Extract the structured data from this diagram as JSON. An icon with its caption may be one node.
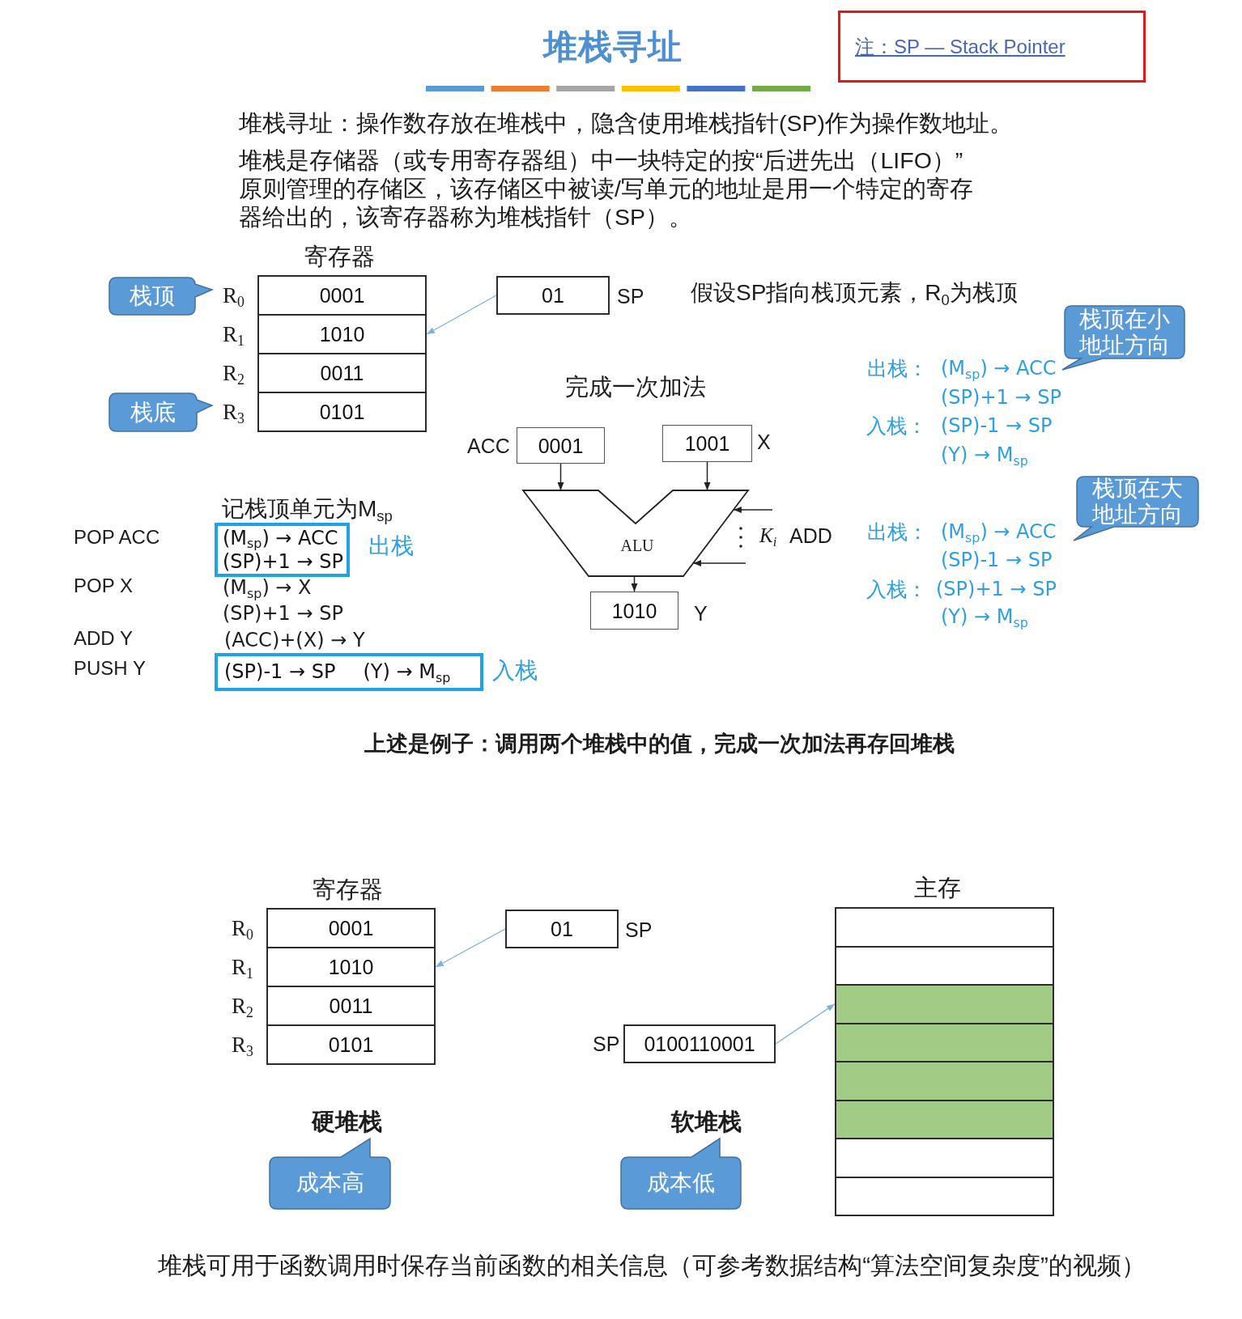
{
  "diagram": {
    "title": "堆栈寻址",
    "caption": "堆栈可用于函数调用时保存当前函数的相关信息（可参考数据结构“算法空间复杂度”的视频）",
    "nodes": [
      {
        "text": [
          "注：SP — Stack Pointer"
        ]
      },
      {
        "text": [
          "栈顶"
        ]
      },
      {
        "text": [
          "0001"
        ],
        "beside": [
          "R$_{0}$"
        ]
      },
      {
        "text": [
          "1010"
        ],
        "beside": [
          "R$_{1}$"
        ]
      },
      {
        "text": [
          "0011"
        ],
        "beside": [
          "R$_{2}$"
        ]
      },
      {
        "text": [
          "0101"
        ],
        "beside": [
          "R$_{3}$"
        ]
      },
      {
        "text": [
          "栈底"
        ]
      },
      {
        "text": [
          "01"
        ],
        "beside": [
          "SP"
        ]
      },
      {
        "text": [
          "栈顶在小地址方向"
        ]
      },
      {
        "text": [
          "0001"
        ],
        "beside": [
          "ACC"
        ]
      },
      {
        "text": [
          "1001"
        ],
        "beside": [
          "X"
        ]
      },
      {
        "text": [
          "ALU"
        ]
      },
      {
        "text": [
          "1010"
        ],
        "beside": [
          "Y"
        ]
      },
      {
        "text": [
          "栈顶在大地址方向"
        ]
      },
      {
        "text": [
          "(M$_{sp}$) → ACC",
          "(SP)+1 → SP"
        ],
        "beside": [
          "出栈"
        ]
      },
      {
        "text": [
          "(SP)-1 → SP",
          "(Y) → M$_{sp}$"
        ],
        "beside": [
          "入栈"
        ]
      },
      {
        "text": [
          "0001"
        ],
        "beside": [
          "R$_{0}$"
        ]
      },
      {
        "text": [
          "1010"
        ],
        "beside": [
          "R$_{1}$"
        ]
      },
      {
        "text": [
          "0011"
        ],
        "beside": [
          "R$_{2}$"
        ]
      },
      {
        "text": [
          "0101"
        ],
        "beside": [
          "R$_{3}$"
        ]
      },
      {
        "text": [
          "01"
        ],
        "beside": [
          "SP"
        ]
      },
      {
        "text": [],
        "shape": "box"
      },
      {
        "text": [],
        "shape": "box"
      },
      {
        "text": [],
        "shape": "box"
      },
      {
        "text": [],
        "shape": "box"
      },
      {
        "text": [],
        "shape": "box"
      },
      {
        "text": [],
        "shape": "box"
      },
      {
        "text": [],
        "shape": "box"
      },
      {
        "text": [],
        "shape": "box"
      },
      {
        "text": [
          "0100110001"
        ],
        "beside": [
          "SP"
        ]
      },
      {
        "text": [
          "成本高"
        ]
      },
      {
        "text": [
          "成本低"
        ]
      }
    ],
    "edges": [
      {
        "from": 7,
        "to": 3,
        "arrow": "to",
        "color": "#7fb2de"
      },
      {
        "from": 9,
        "to": 11,
        "arrow": "to"
      },
      {
        "from": 10,
        "to": 11,
        "arrow": "to"
      },
      {
        "from": 11,
        "to": 12,
        "arrow": "to"
      },
      {
        "from": null,
        "to": 11,
        "arrow": "to"
      },
      {
        "from": null,
        "to": 11,
        "arrow": "to"
      },
      {
        "from": 20,
        "to": 17,
        "arrow": "to",
        "color": "#7fb2de"
      },
      {
        "from": 29,
        "to": 23,
        "arrow": "to",
        "color": "#7fb2de"
      }
    ],
    "labels": [
      "堆栈寻址：操作数存放在堆栈中，隐含使用堆栈指针(SP)作为操作数地址。",
      "堆栈是存储器（或专用寄存器组）中一块特定的按“后进先出（LIFO）”原则管理的存储区，该存储区中被读/写单元的地址是用一个特定的寄存器给出的，该寄存器称为堆栈指针（SP）。",
      "寄存器",
      "假设SP指向栈顶元素，R$_{0}$为栈顶",
      "完成一次加法",
      "出栈：",
      "(M$_{sp}$) → ACC",
      "(SP)+1 → SP",
      "入栈：",
      "(SP)-1 → SP",
      "(Y) → M$_{sp}$",
      "K$_{i}$",
      "ADD",
      "记栈顶单元为M$_{sp}$",
      "POP ACC",
      "出栈：",
      "(M$_{sp}$) → ACC",
      "(SP)-1 → SP",
      "入栈：",
      "(SP)+1 → SP",
      "(Y) → M$_{sp}$",
      "POP X",
      "(M$_{sp}$) → X",
      "(SP)+1 → SP",
      "ADD Y",
      "(ACC)+(X) → Y",
      "PUSH Y",
      "上述是例子：调用两个堆栈中的值，完成一次加法再存回堆栈",
      "寄存器",
      "主存",
      "硬堆栈",
      "软堆栈"
    ]
  }
}
